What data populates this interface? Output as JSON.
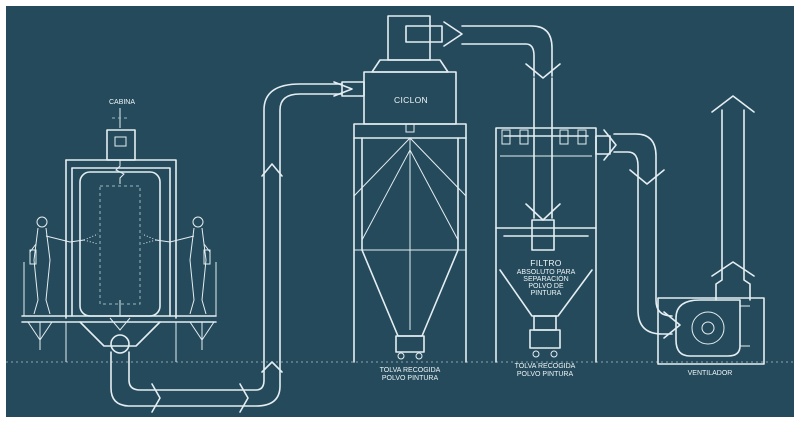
{
  "colors": {
    "background": "#254a5b",
    "line": "#e4eef2",
    "frame": "#ffffff"
  },
  "labels": {
    "cabina": "CABINA",
    "ciclon": "CICLON",
    "filtro": "FILTRO",
    "filtro_desc": [
      "ABSOLUTO PARA",
      "SEPARACIÓN",
      "POLVO DE",
      "PINTURA"
    ],
    "tolva_ciclon": [
      "TOLVA RECOGIDA",
      "POLVO PINTURA"
    ],
    "tolva_filtro": [
      "TOLVA RECOGIDA",
      "POLVO PINTURA"
    ],
    "ventilador": "VENTILADOR"
  },
  "icons": [
    "duct-arrow-icon",
    "spray-operator-icon",
    "fan-icon",
    "wheel-icon"
  ]
}
